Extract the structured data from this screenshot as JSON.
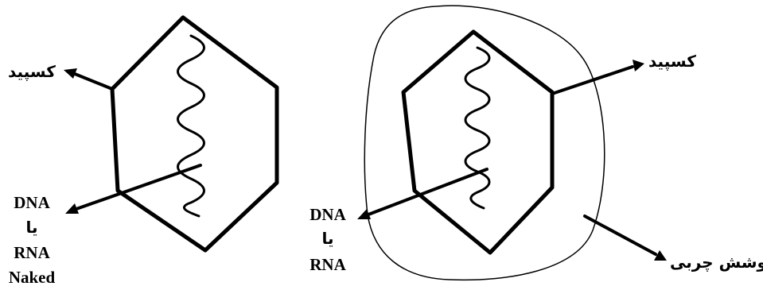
{
  "left_virus": {
    "capsid_label": "کسپید",
    "genome_label_1": "DNA",
    "genome_label_2": "یا",
    "genome_label_3": "RNA",
    "type_label": "Naked"
  },
  "right_virus": {
    "capsid_label": "کسپید",
    "genome_label_1": "DNA",
    "genome_label_2": "یا",
    "genome_label_3": "RNA",
    "envelope_label": "پوشش چربی"
  },
  "colors": {
    "ink": "#000000",
    "background": "#ffffff"
  }
}
